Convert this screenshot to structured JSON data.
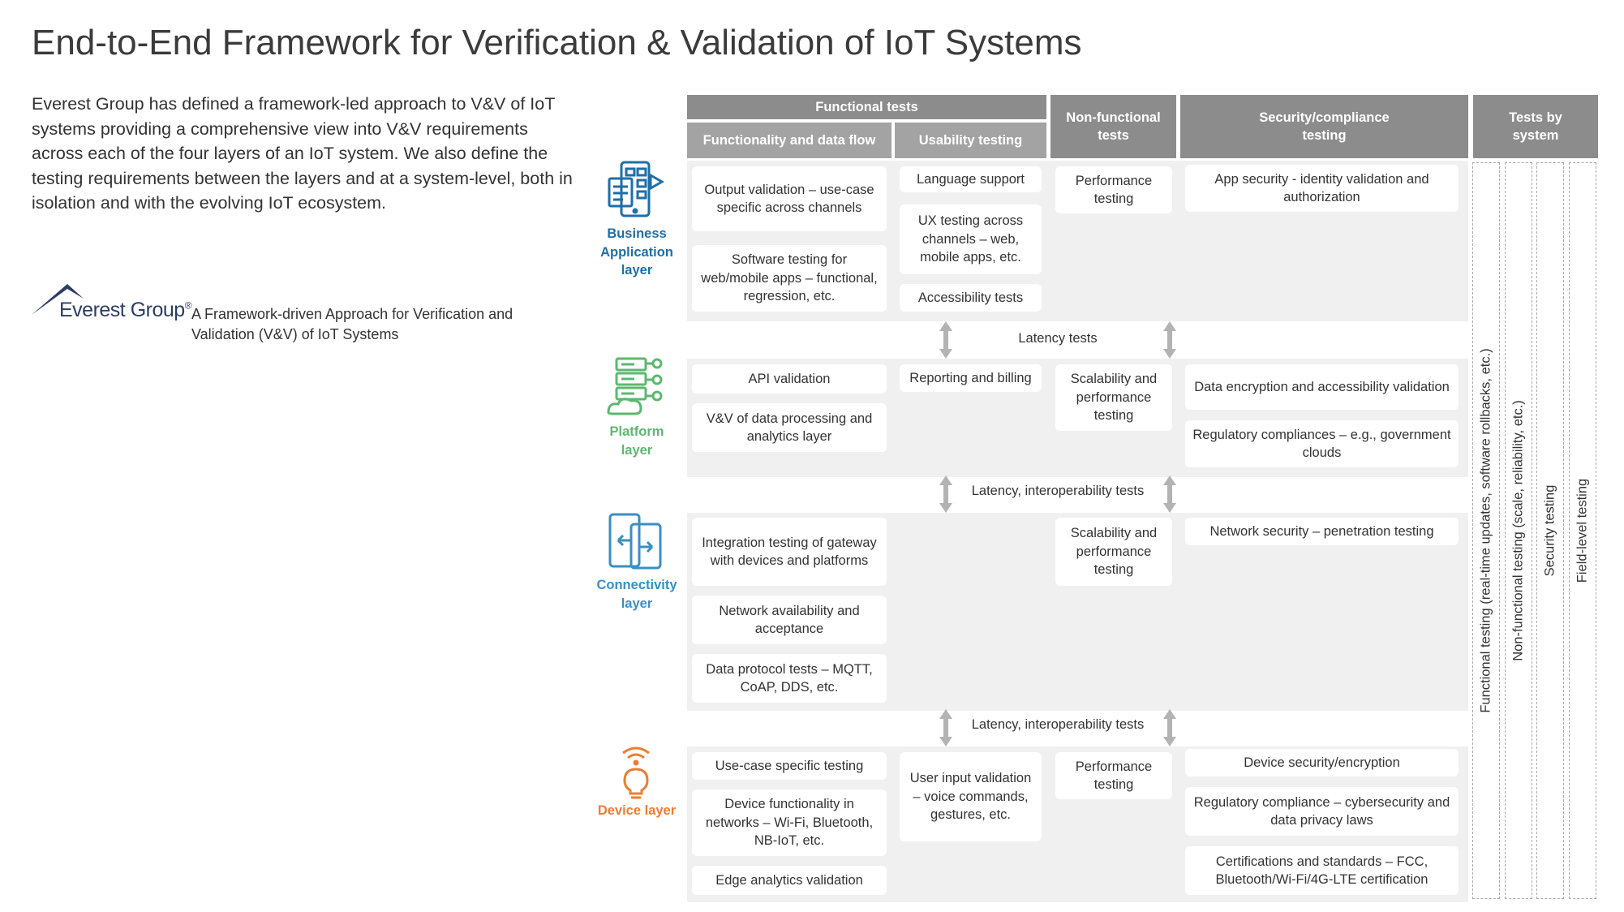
{
  "title": "End-to-End Framework for Verification & Validation of IoT Systems",
  "intro": "Everest Group has defined a framework-led approach to V&V of IoT systems providing a comprehensive view into V&V requirements across each of the four layers of an IoT system. We also define the testing requirements between the layers and at a system-level, both in isolation and with the evolving IoT ecosystem.",
  "logo": {
    "name": "Everest Group",
    "reg": "®"
  },
  "caption": "A Framework-driven Approach for Verification and Validation (V&V) of IoT Systems",
  "headers": {
    "functional": "Functional tests",
    "functionality": "Functionality and data flow",
    "usability": "Usability testing",
    "nonfunctional": "Non-functional tests",
    "security": "Security/compliance testing",
    "bysystem": "Tests by system"
  },
  "layers": {
    "business": {
      "label": "Business Application layer",
      "color": "#1e6fa8",
      "functionality": [
        "Output validation – use-case specific across channels",
        "Software testing for web/mobile apps – functional, regression, etc."
      ],
      "usability": [
        "Language support",
        "UX testing across channels – web, mobile apps, etc.",
        "Accessibility tests"
      ],
      "nonfunctional": [
        "Performance testing"
      ],
      "security": [
        "App security - identity validation and authorization"
      ]
    },
    "platform": {
      "label": "Platform layer",
      "color": "#5cb870",
      "functionality": [
        "API validation",
        "V&V of data processing and analytics layer"
      ],
      "usability": [
        "Reporting and billing"
      ],
      "nonfunctional": [
        "Scalability and performance testing"
      ],
      "security": [
        "Data encryption and accessibility validation",
        "Regulatory compliances – e.g., government clouds"
      ]
    },
    "connectivity": {
      "label": "Connectivity layer",
      "color": "#3a8fc4",
      "functionality": [
        "Integration testing of gateway with devices and platforms",
        "Network availability and acceptance",
        "Data protocol tests – MQTT, CoAP, DDS, etc."
      ],
      "nonfunctional": [
        "Scalability and performance testing"
      ],
      "security": [
        "Network security – penetration testing"
      ]
    },
    "device": {
      "label": "Device layer",
      "color": "#ee7d31",
      "functionality": [
        "Use-case specific testing",
        "Device functionality in networks – Wi-Fi, Bluetooth, NB-IoT, etc.",
        "Edge analytics validation"
      ],
      "usability": [
        "User input validation – voice commands, gestures, etc."
      ],
      "nonfunctional": [
        "Performance testing"
      ],
      "security": [
        "Device security/encryption",
        "Regulatory compliance – cybersecurity and data privacy laws",
        "Certifications and standards – FCC, Bluetooth/Wi-Fi/4G-LTE certification"
      ]
    }
  },
  "latency": [
    "Latency tests",
    "Latency, interoperability tests",
    "Latency, interoperability tests"
  ],
  "system_tests": [
    "Functional testing (real-time updates, software rollbacks, etc.)",
    "Non-functional testing (scale, reliability, etc.)",
    "Security testing",
    "Field-level testing"
  ]
}
